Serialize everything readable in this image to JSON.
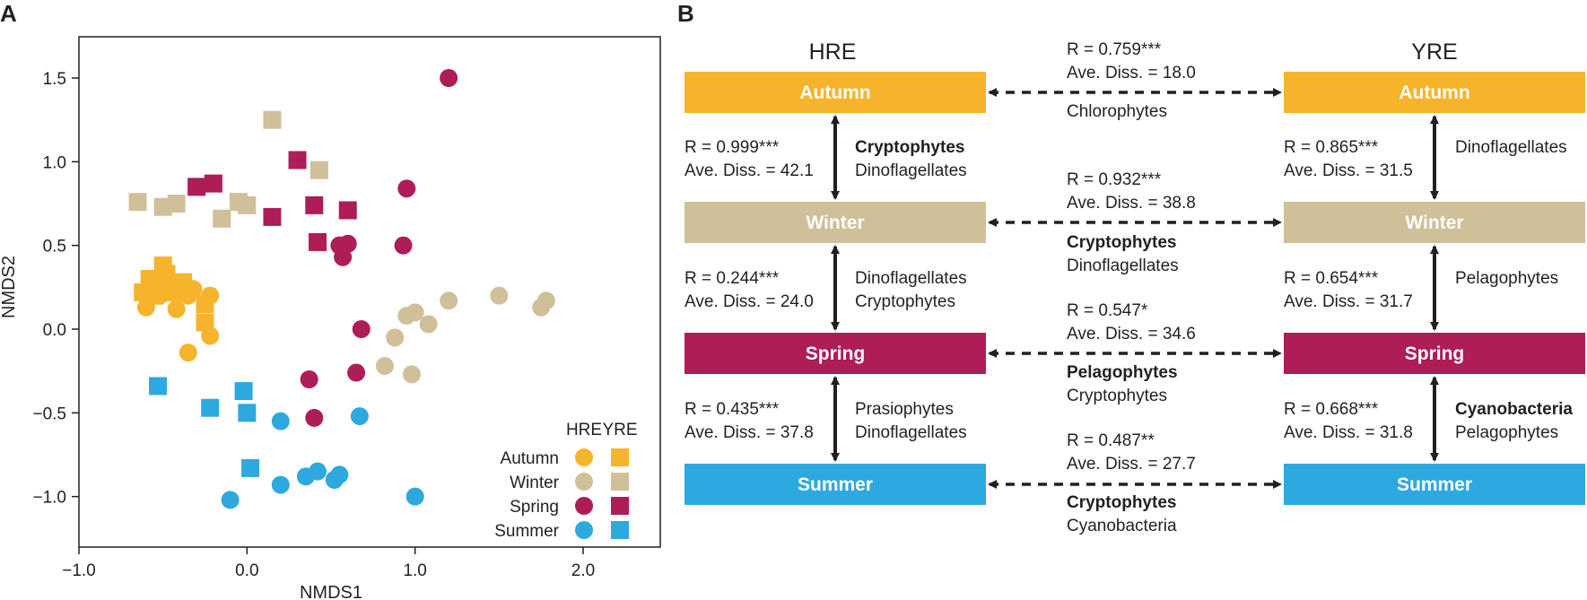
{
  "panels": {
    "a_label": "A",
    "b_label": "B"
  },
  "colors": {
    "Autumn": "#f5b42c",
    "Winter": "#cfc09a",
    "Spring": "#ae1d57",
    "Summer": "#2ea9df",
    "arrow": "#231f20"
  },
  "chart_data": [
    {
      "type": "scatter",
      "xlabel": "NMDS1",
      "ylabel": "NMDS2",
      "xlim": [
        -1.0,
        2.5
      ],
      "ylim": [
        -1.3,
        1.7
      ],
      "xticks": [
        -1.0,
        0.0,
        1.0,
        2.0
      ],
      "xtick_labels": [
        "−1.0",
        "0.0",
        "1.0",
        "2.0"
      ],
      "yticks": [
        -1.0,
        -0.5,
        0.0,
        0.5,
        1.0,
        1.5
      ],
      "ytick_labels": [
        "−1.0",
        "−0.5",
        "0.0",
        "0.5",
        "1.0",
        "1.5"
      ],
      "grid": false,
      "legend": {
        "position": "bottom-right",
        "col_headers": [
          "HRE",
          "YRE"
        ],
        "marker_by_col": [
          "circle",
          "square"
        ],
        "rows": [
          "Autumn",
          "Winter",
          "Spring",
          "Summer"
        ]
      },
      "series": [
        {
          "name": "Autumn",
          "estuary": "HRE",
          "marker": "circle",
          "points": [
            [
              -0.6,
              0.13
            ],
            [
              -0.52,
              0.2
            ],
            [
              -0.45,
              0.22
            ],
            [
              -0.4,
              0.25
            ],
            [
              -0.42,
              0.12
            ],
            [
              -0.35,
              0.2
            ],
            [
              -0.32,
              0.24
            ],
            [
              -0.22,
              0.2
            ],
            [
              -0.35,
              -0.14
            ],
            [
              -0.22,
              -0.04
            ],
            [
              -0.55,
              0.28
            ],
            [
              -0.48,
              0.3
            ]
          ]
        },
        {
          "name": "Autumn",
          "estuary": "YRE",
          "marker": "square",
          "points": [
            [
              -0.62,
              0.22
            ],
            [
              -0.5,
              0.38
            ],
            [
              -0.48,
              0.33
            ],
            [
              -0.45,
              0.25
            ],
            [
              -0.55,
              0.2
            ],
            [
              -0.58,
              0.3
            ],
            [
              -0.25,
              0.15
            ],
            [
              -0.25,
              0.04
            ],
            [
              -0.43,
              0.22
            ],
            [
              -0.38,
              0.28
            ]
          ]
        },
        {
          "name": "Winter",
          "estuary": "HRE",
          "marker": "circle",
          "points": [
            [
              0.88,
              -0.05
            ],
            [
              0.95,
              0.08
            ],
            [
              1.0,
              0.1
            ],
            [
              1.08,
              0.03
            ],
            [
              1.2,
              0.17
            ],
            [
              1.5,
              0.2
            ],
            [
              1.75,
              0.13
            ],
            [
              1.78,
              0.17
            ],
            [
              0.82,
              -0.22
            ],
            [
              0.98,
              -0.27
            ]
          ]
        },
        {
          "name": "Winter",
          "estuary": "YRE",
          "marker": "square",
          "points": [
            [
              -0.65,
              0.76
            ],
            [
              -0.5,
              0.73
            ],
            [
              -0.42,
              0.75
            ],
            [
              -0.15,
              0.66
            ],
            [
              -0.05,
              0.76
            ],
            [
              0.0,
              0.74
            ],
            [
              0.15,
              1.25
            ],
            [
              0.43,
              0.95
            ]
          ]
        },
        {
          "name": "Spring",
          "estuary": "HRE",
          "marker": "circle",
          "points": [
            [
              1.2,
              1.5
            ],
            [
              0.95,
              0.84
            ],
            [
              0.93,
              0.5
            ],
            [
              0.6,
              0.51
            ],
            [
              0.55,
              0.5
            ],
            [
              0.57,
              0.43
            ],
            [
              0.68,
              0.0
            ],
            [
              0.65,
              -0.26
            ],
            [
              0.37,
              -0.3
            ],
            [
              0.4,
              -0.53
            ]
          ]
        },
        {
          "name": "Spring",
          "estuary": "YRE",
          "marker": "square",
          "points": [
            [
              -0.3,
              0.85
            ],
            [
              -0.2,
              0.87
            ],
            [
              0.15,
              0.67
            ],
            [
              0.3,
              1.01
            ],
            [
              0.4,
              0.74
            ],
            [
              0.42,
              0.52
            ],
            [
              0.6,
              0.71
            ]
          ]
        },
        {
          "name": "Summer",
          "estuary": "HRE",
          "marker": "circle",
          "points": [
            [
              -0.1,
              -1.02
            ],
            [
              0.2,
              -0.55
            ],
            [
              0.2,
              -0.93
            ],
            [
              0.35,
              -0.88
            ],
            [
              0.42,
              -0.85
            ],
            [
              0.52,
              -0.9
            ],
            [
              0.55,
              -0.87
            ],
            [
              0.67,
              -0.52
            ],
            [
              1.0,
              -1.0
            ]
          ]
        },
        {
          "name": "Summer",
          "estuary": "YRE",
          "marker": "square",
          "points": [
            [
              -0.53,
              -0.34
            ],
            [
              -0.22,
              -0.47
            ],
            [
              -0.02,
              -0.37
            ],
            [
              0.0,
              -0.5
            ],
            [
              0.02,
              -0.83
            ]
          ]
        }
      ]
    }
  ],
  "diagram": {
    "col_left": "HRE",
    "col_right": "YRE",
    "seasons": [
      "Autumn",
      "Winter",
      "Spring",
      "Summer"
    ],
    "within_left": [
      {
        "r": "R = 0.999***",
        "diss": "Ave. Diss. = 42.1",
        "taxa": [
          {
            "t": "Cryptophytes",
            "bold": true
          },
          {
            "t": "Dinoflagellates",
            "bold": false
          }
        ]
      },
      {
        "r": "R = 0.244***",
        "diss": "Ave. Diss. = 24.0",
        "taxa": [
          {
            "t": "Dinoflagellates",
            "bold": false
          },
          {
            "t": "Cryptophytes",
            "bold": false
          }
        ]
      },
      {
        "r": "R = 0.435***",
        "diss": "Ave. Diss. = 37.8",
        "taxa": [
          {
            "t": "Prasiophytes",
            "bold": false
          },
          {
            "t": "Dinoflagellates",
            "bold": false
          }
        ]
      }
    ],
    "within_right": [
      {
        "r": "R = 0.865***",
        "diss": "Ave. Diss. = 31.5",
        "taxa": [
          {
            "t": "Dinoflagellates",
            "bold": false
          }
        ]
      },
      {
        "r": "R = 0.654***",
        "diss": "Ave. Diss. = 31.7",
        "taxa": [
          {
            "t": "Pelagophytes",
            "bold": false
          }
        ]
      },
      {
        "r": "R = 0.668***",
        "diss": "Ave. Diss. = 31.8",
        "taxa": [
          {
            "t": "Cyanobacteria",
            "bold": true
          },
          {
            "t": "Pelagophytes",
            "bold": false
          }
        ]
      }
    ],
    "between": [
      {
        "r": "R = 0.759***",
        "diss": "Ave. Diss. = 18.0",
        "taxa": [
          {
            "t": "Chlorophytes",
            "bold": false
          }
        ]
      },
      {
        "r": "R = 0.932***",
        "diss": "Ave. Diss. = 38.8",
        "taxa": [
          {
            "t": "Cryptophytes",
            "bold": true
          },
          {
            "t": "Dinoflagellates",
            "bold": false
          }
        ]
      },
      {
        "r": "R = 0.547*",
        "diss": "Ave. Diss. = 34.6",
        "taxa": [
          {
            "t": "Pelagophytes",
            "bold": true
          },
          {
            "t": "Cryptophytes",
            "bold": false
          }
        ]
      },
      {
        "r": "R = 0.487**",
        "diss": "Ave. Diss. = 27.7",
        "taxa": [
          {
            "t": "Cryptophytes",
            "bold": true
          },
          {
            "t": "Cyanobacteria",
            "bold": false
          }
        ]
      }
    ]
  }
}
